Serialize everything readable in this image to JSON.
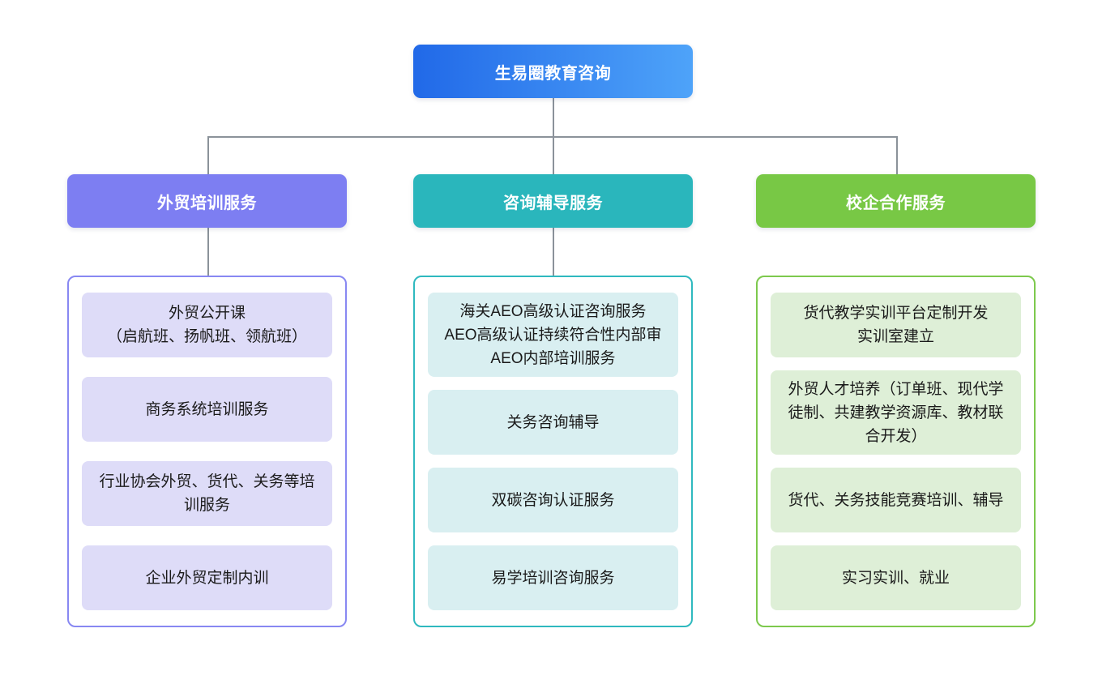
{
  "diagram": {
    "root": {
      "label": "生易圈教育咨询"
    },
    "branches": [
      {
        "label": "外贸培训服务",
        "items": [
          "外贸公开课\n（启航班、扬帆班、领航班）",
          "商务系统培训服务",
          "行业协会外贸、货代、关务等培训服务",
          "企业外贸定制内训"
        ]
      },
      {
        "label": "咨询辅导服务",
        "items": [
          "海关AEO高级认证咨询服务\nAEO高级认证持续符合性内部审\nAEO内部培训服务",
          "关务咨询辅导",
          "双碳咨询认证服务",
          "易学培训咨询服务"
        ]
      },
      {
        "label": "校企合作服务",
        "items": [
          "货代教学实训平台定制开发\n实训室建立",
          "外贸人才培养（订单班、现代学徒制、共建教学资源库、教材联合开发）",
          "货代、关务技能竞赛培训、辅导",
          "实习实训、就业"
        ]
      }
    ],
    "colors": {
      "root_gradient_from": "#2169e8",
      "root_gradient_to": "#4ea3f9",
      "branch_trade_training": "#7d7ef2",
      "branch_trade_training_light": "#dedcf8",
      "branch_consulting": "#2ab6bc",
      "branch_consulting_light": "#d9eff1",
      "branch_school_enterprise": "#78c845",
      "branch_school_enterprise_light": "#deefd7",
      "connector": "#8b929a"
    }
  }
}
